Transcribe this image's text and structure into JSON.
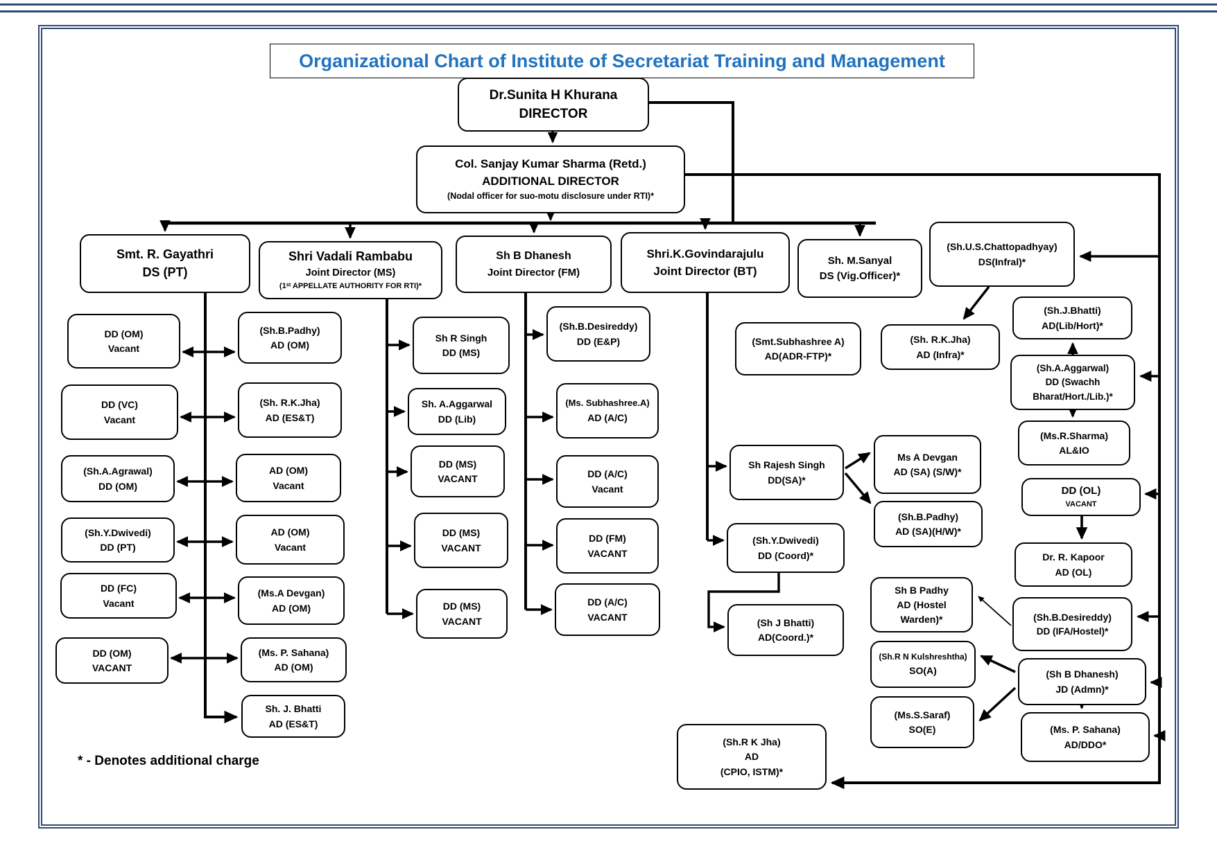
{
  "page": {
    "title": "Organizational Chart of Institute of Secretariat Training and Management",
    "footnote": "* - Denotes additional charge",
    "title_color": "#2173be",
    "frame_color": "#2e4a73"
  },
  "nodes": [
    {
      "id": "director",
      "lines": [
        "Dr.Sunita H Khurana",
        "DIRECTOR"
      ]
    },
    {
      "id": "additional-director",
      "lines": [
        "Col. Sanjay Kumar Sharma (Retd.)",
        "ADDITIONAL DIRECTOR",
        "(Nodal officer for suo-motu disclosure under RTI)*"
      ]
    },
    {
      "id": "ds-pt-gayathri",
      "lines": [
        "Smt. R. Gayathri",
        "DS (PT)"
      ]
    },
    {
      "id": "jd-ms-rambabu",
      "lines": [
        "Shri Vadali Rambabu",
        "Joint Director (MS)",
        "(1ˢᵗ APPELLATE AUTHORITY FOR RTI)*"
      ]
    },
    {
      "id": "jd-fm-dhanesh",
      "lines": [
        "Sh B Dhanesh",
        "Joint Director (FM)"
      ]
    },
    {
      "id": "jd-bt-govindarajulu",
      "lines": [
        "Shri.K.Govindarajulu",
        "Joint Director (BT)"
      ]
    },
    {
      "id": "ds-vig-sanyal",
      "lines": [
        "Sh. M.Sanyal",
        "DS (Vig.Officer)*"
      ]
    },
    {
      "id": "ds-infral-chattopadhyay",
      "lines": [
        "(Sh.U.S.Chattopadhyay)",
        "DS(Infral)*"
      ]
    },
    {
      "id": "pt-l1",
      "lines": [
        "DD (OM)",
        "Vacant"
      ]
    },
    {
      "id": "pt-r1",
      "lines": [
        "(Sh.B.Padhy)",
        "AD (OM)"
      ]
    },
    {
      "id": "pt-l2",
      "lines": [
        "DD (VC)",
        "Vacant"
      ]
    },
    {
      "id": "pt-r2",
      "lines": [
        "(Sh. R.K.Jha)",
        "AD (ES&T)"
      ]
    },
    {
      "id": "pt-l3",
      "lines": [
        "(Sh.A.Agrawal)",
        "DD (OM)"
      ]
    },
    {
      "id": "pt-r3",
      "lines": [
        "AD (OM)",
        "Vacant"
      ]
    },
    {
      "id": "pt-l4",
      "lines": [
        "(Sh.Y.Dwivedi)",
        "DD (PT)"
      ]
    },
    {
      "id": "pt-r4",
      "lines": [
        "AD (OM)",
        "Vacant"
      ]
    },
    {
      "id": "pt-l5",
      "lines": [
        "DD (FC)",
        "Vacant"
      ]
    },
    {
      "id": "pt-r5",
      "lines": [
        "(Ms.A Devgan)",
        "AD (OM)"
      ]
    },
    {
      "id": "pt-l6",
      "lines": [
        "DD (OM)",
        "VACANT"
      ]
    },
    {
      "id": "pt-r6",
      "lines": [
        "(Ms. P. Sahana)",
        "AD (OM)"
      ]
    },
    {
      "id": "pt-r7",
      "lines": [
        "Sh. J. Bhatti",
        "AD (ES&T)"
      ]
    },
    {
      "id": "ms-1",
      "lines": [
        "Sh R Singh",
        "DD (MS)"
      ]
    },
    {
      "id": "ms-2",
      "lines": [
        "Sh. A.Aggarwal",
        "DD (Lib)"
      ]
    },
    {
      "id": "ms-3",
      "lines": [
        "DD (MS)",
        "VACANT"
      ]
    },
    {
      "id": "ms-4",
      "lines": [
        "DD (MS)",
        "VACANT"
      ]
    },
    {
      "id": "ms-5",
      "lines": [
        "DD (MS)",
        "VACANT"
      ]
    },
    {
      "id": "fm-1",
      "lines": [
        "(Sh.B.Desireddy)",
        "DD (E&P)"
      ]
    },
    {
      "id": "fm-2",
      "lines": [
        "(Ms. Subhashree.A)",
        "AD (A/C)"
      ]
    },
    {
      "id": "fm-3",
      "lines": [
        "DD (A/C)",
        "Vacant"
      ]
    },
    {
      "id": "fm-4",
      "lines": [
        "DD (FM)",
        "VACANT"
      ]
    },
    {
      "id": "fm-5",
      "lines": [
        "DD (A/C)",
        "VACANT"
      ]
    },
    {
      "id": "bt-adr-ftp",
      "lines": [
        "(Smt.Subhashree A)",
        "AD(ADR-FTP)*"
      ]
    },
    {
      "id": "bt-rajesh-singh",
      "lines": [
        "Sh Rajesh Singh",
        "DD(SA)*"
      ]
    },
    {
      "id": "bt-dwivedi-coord",
      "lines": [
        "(Sh.Y.Dwivedi)",
        "DD (Coord)*"
      ]
    },
    {
      "id": "bt-jbhatti-coord",
      "lines": [
        "(Sh J Bhatti)",
        "AD(Coord.)*"
      ]
    },
    {
      "id": "bt-devgan-sa",
      "lines": [
        "Ms A Devgan",
        "AD (SA) (S/W)*"
      ]
    },
    {
      "id": "bt-padhy-sa",
      "lines": [
        "(Sh.B.Padhy)",
        "AD (SA)(H/W)*"
      ]
    },
    {
      "id": "r-jha-infra",
      "lines": [
        "(Sh. R.K.Jha)",
        "AD (Infra)*"
      ]
    },
    {
      "id": "r-bhatti-libhort",
      "lines": [
        "(Sh.J.Bhatti)",
        "AD(Lib/Hort)*"
      ]
    },
    {
      "id": "r-aggarwal-swachh",
      "lines": [
        "(Sh.A.Aggarwal)",
        "DD (Swachh",
        "Bharat/Hort./Lib.)*"
      ]
    },
    {
      "id": "r-sharma-alio",
      "lines": [
        "(Ms.R.Sharma)",
        "AL&IO"
      ]
    },
    {
      "id": "r-dd-ol",
      "lines": [
        "DD (OL)",
        "VACANT"
      ]
    },
    {
      "id": "r-kapoor-ol",
      "lines": [
        "Dr. R. Kapoor",
        "AD (OL)"
      ]
    },
    {
      "id": "r-desireddy-hostel",
      "lines": [
        "(Sh.B.Desireddy)",
        "DD (IFA/Hostel)*"
      ]
    },
    {
      "id": "r-padhy-warden",
      "lines": [
        "Sh B Padhy",
        "AD (Hostel",
        "Warden)*"
      ]
    },
    {
      "id": "r-kulshreshtha-soa",
      "lines": [
        "(Sh.R N Kulshreshtha)",
        "SO(A)"
      ]
    },
    {
      "id": "r-saraf-soe",
      "lines": [
        "(Ms.S.Saraf)",
        "SO(E)"
      ]
    },
    {
      "id": "r-dhanesh-admn",
      "lines": [
        "(Sh B Dhanesh)",
        "JD (Admn)*"
      ]
    },
    {
      "id": "r-sahana-ddo",
      "lines": [
        "(Ms. P. Sahana)",
        "AD/DDO*"
      ]
    },
    {
      "id": "r-jha-cpio",
      "lines": [
        "(Sh.R K Jha)",
        "AD",
        "(CPIO, ISTM)*"
      ]
    }
  ]
}
